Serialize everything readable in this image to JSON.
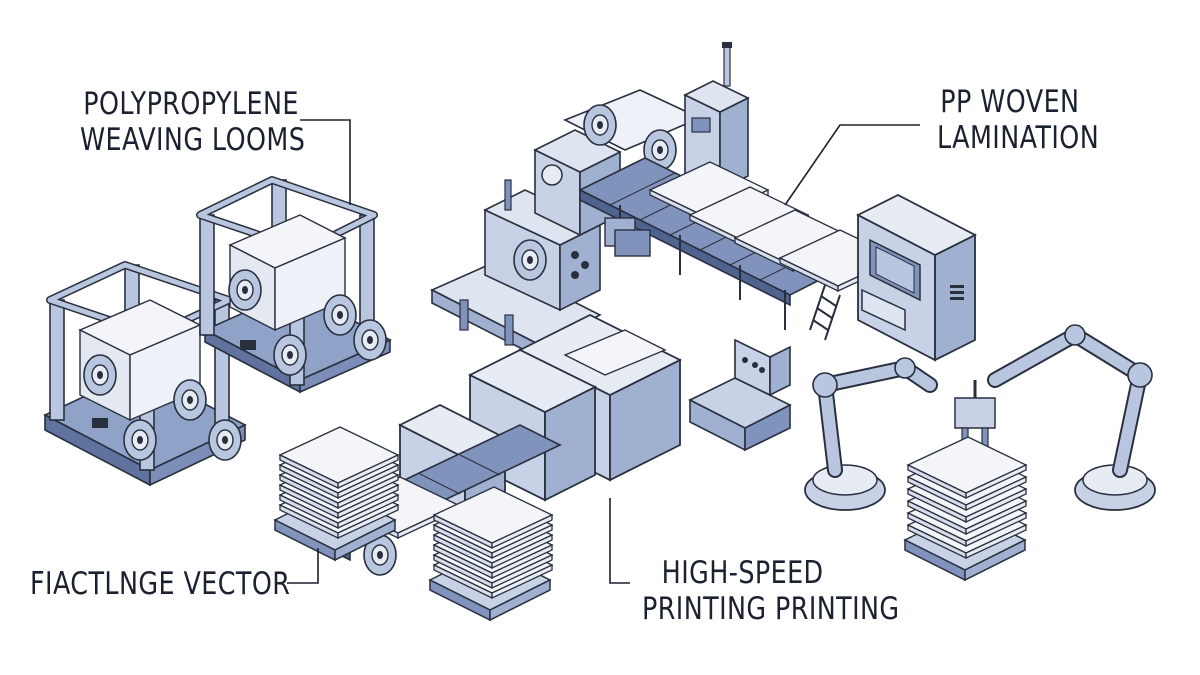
{
  "labels": {
    "weaving_looms": [
      "POLYPROPYLENE",
      "WEAVING LOOMS"
    ],
    "lamination": [
      "PP WOVEN",
      "LAMINATION"
    ],
    "vector": "FIACTLNGE VECTOR",
    "printing": [
      "HIGH-SPEED",
      "PRINTING PRINTING"
    ]
  },
  "colors": {
    "outline": "#2a2f3e",
    "steel_blue": "#b9c6df",
    "steel_dark": "#7f93bc",
    "paper": "#f3f5f9",
    "background": "#ffffff"
  }
}
